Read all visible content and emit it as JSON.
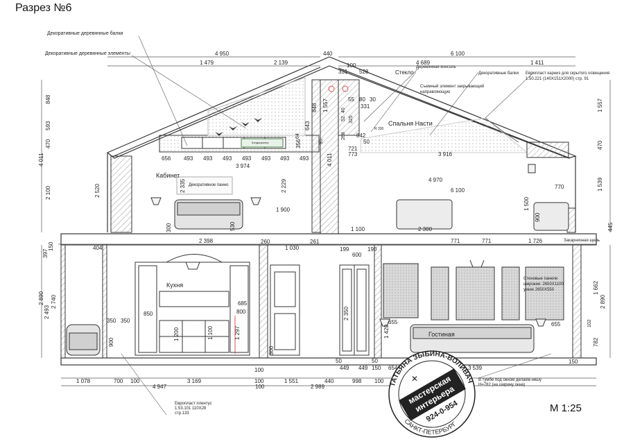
{
  "title": "Разрез №6",
  "scale": "М 1:25",
  "notes": {
    "beams": "Декоративные деревянные балки",
    "elements": "Декоративные деревянные элементы",
    "glass": "Стекло",
    "console": "Деревянная консоль",
    "removable1": "Съемный элемент закрывающий",
    "removable2": "направляющую",
    "beams_right": "Декоративные балки",
    "cornice1": "Европласт карниз для скрытого освещения",
    "cornice2": "1.50.221 (140Х151Х2000) стр. 91",
    "panel": "Декоративное панно",
    "curtain": "Закарнизная щель",
    "wall_panels1": "Стеновые панели",
    "wall_panels2": "широкие: 2650Х1100",
    "wall_panels3": "узкие 2650Х550",
    "plinth1": "Европласт плинтус",
    "plinth2": "1.53.101 110Х28",
    "plinth3": "стр.133",
    "tube1": "В тумбе под окном делаем нишу",
    "tube2": "Н=782 (на ширину окна)",
    "conditioner": "Кондиционер"
  },
  "rooms": {
    "cabinet": "Кабинет",
    "bedroom": "Спальня Насти",
    "kitchen": "Кухня",
    "living": "Гостиная"
  },
  "dims_top": {
    "total_left": "4 950",
    "total_mid": "440",
    "total_right": "6 100",
    "l1": "1 479",
    "l2": "2 139",
    "m1": "100",
    "m2": "331",
    "m3": "528",
    "r1": "4 689",
    "r2": "1 411"
  },
  "dims_attic": {
    "h_left": "848",
    "h_593": "593",
    "h_470": "470",
    "h_4011": "4 011",
    "h_2100": "2 100",
    "h_2520": "2 520",
    "h_1557": "1 557",
    "h_848b": "848",
    "h_643": "643",
    "h_356": "356",
    "h_64": "64",
    "h_95": "95",
    "h_4011b": "4 011",
    "row": [
      "656",
      "493",
      "493",
      "493",
      "493",
      "493",
      "493",
      "493"
    ],
    "w_3974": "3 974",
    "h_2335": "2 335",
    "h_2229": "2 229",
    "w_1900": "1 900",
    "h_300": "300",
    "h_530": "530",
    "c_55": "55",
    "c_80": "80",
    "c_30": "30",
    "c_331": "331",
    "c_52": "52",
    "c_40": "40",
    "c_325": "325",
    "c_268": "268",
    "c_842": "842",
    "c_50": "50",
    "c_721": "721",
    "c_773": "773",
    "r_330": "R 330",
    "w_3916": "3 916",
    "w_4970": "4 970",
    "w_6100": "6 100",
    "h_1557r": "1 557",
    "h_470r": "470",
    "h_1539": "1 539",
    "h_770": "770",
    "h_1500": "1 500",
    "h_900": "900",
    "w_1100": "1 100",
    "w_2300": "2 300",
    "h_445": "445"
  },
  "dims_ground": {
    "d_150": "150",
    "d_397": "397",
    "d_404": "404",
    "d_2398": "2 398",
    "d_260": "260",
    "d_1030": "1 030",
    "d_261": "261",
    "d_199": "199",
    "d_190": "190",
    "d_600": "600",
    "d_771a": "771",
    "d_771b": "771",
    "d_1726": "1 726",
    "d_2890": "2 890",
    "d_2493": "2 493",
    "d_2740": "2 740",
    "d_350a": "350",
    "d_350b": "350",
    "d_850": "850",
    "d_685": "685",
    "d_800": "800",
    "d_900": "900",
    "d_1200": "1 200",
    "d_1100": "1 100",
    "d_1297": "1 297",
    "d_300": "300",
    "d_2350": "2 350",
    "d_655a": "655",
    "d_1420": "1 420",
    "d_655b": "655",
    "d_1662": "1 662",
    "d_2890r": "2 890",
    "d_782": "782",
    "d_102": "102",
    "d_150r": "150",
    "d_50a": "50",
    "d_449a": "449",
    "d_449b": "449",
    "d_654": "654",
    "d_50b": "50",
    "d_3539": "3 539",
    "d_100": "100",
    "d_150b": "150"
  },
  "dims_bottom": {
    "b1": "1 078",
    "b2": "700",
    "b3": "100",
    "b4": "3 169",
    "b5": "100",
    "b6": "1 551",
    "b7": "440",
    "b8": "998",
    "b9": "100",
    "total_left": "4 947",
    "total_mid": "100",
    "total_right": "2 989"
  },
  "stamp": {
    "ring_top": "ТАТЬЯНА ЗЫБИНА-ВОЛИВАЧ",
    "ring_bottom": "САНКТ-ПЕТЕРБУРГ",
    "line1": "мастерская",
    "line2": "интерьера",
    "phone": "924-0-954"
  },
  "colors": {
    "line": "#333333",
    "hatch": "#9a9a9a",
    "fill_wall": "#e6e6e6",
    "accent": "#d9534f",
    "dim": "#555555"
  }
}
